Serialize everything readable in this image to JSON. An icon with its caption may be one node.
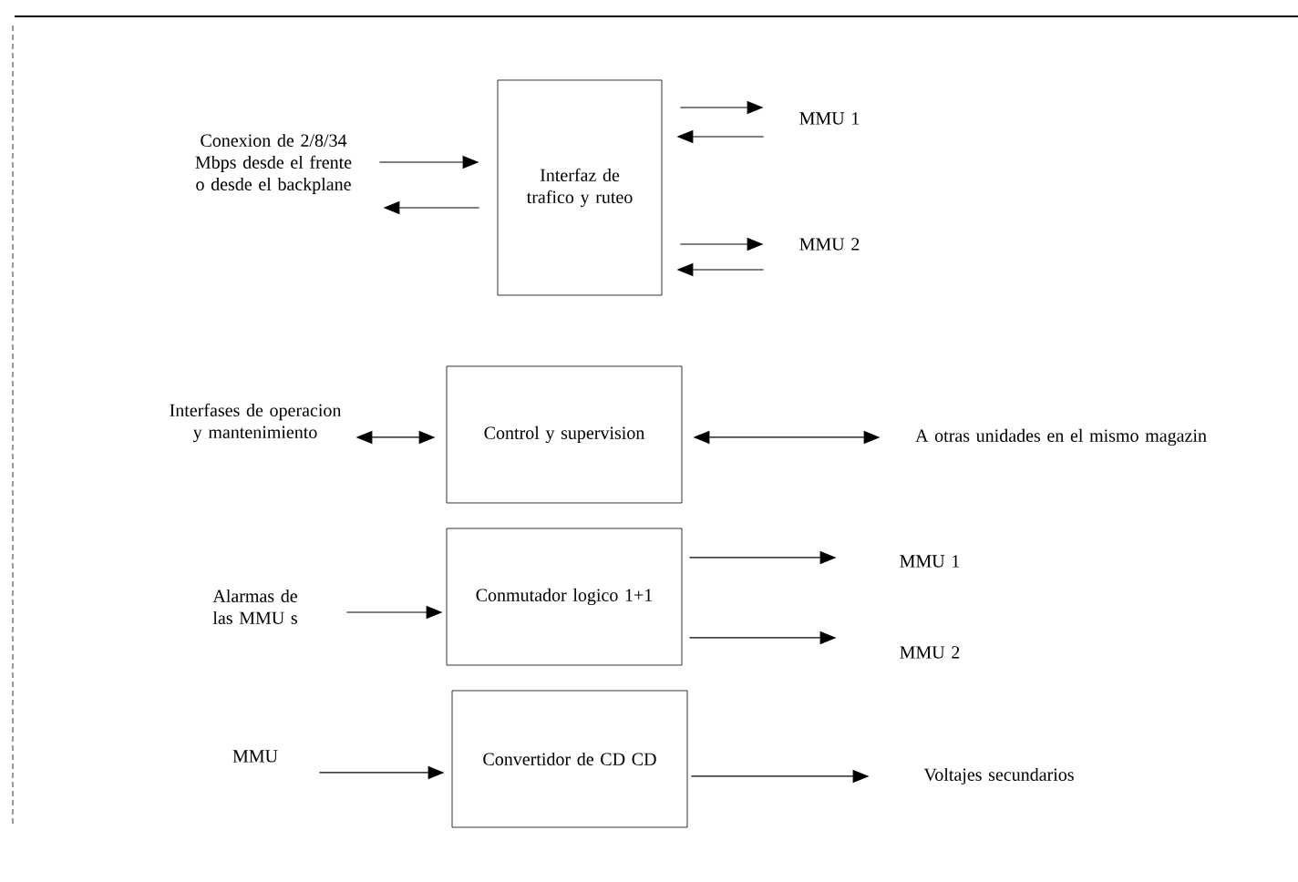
{
  "diagram": {
    "nodes": [
      {
        "text": [
          "Conexion de 2/8/34 Mbps desde el frente o desde el backplane"
        ]
      },
      {
        "text": [
          "Interfaz de trafico y ruteo"
        ]
      },
      {
        "text": [
          "MMU 1"
        ]
      },
      {
        "text": [
          "MMU 2"
        ]
      },
      {
        "text": [
          "Interfases de operacion y mantenimiento"
        ]
      },
      {
        "text": [
          "Control y supervision"
        ]
      },
      {
        "text": [
          "A otras unidades en el mismo magazin"
        ]
      },
      {
        "text": [
          "Alarmas de las MMU s"
        ]
      },
      {
        "text": [
          "Conmutador logico 1+1"
        ]
      },
      {
        "text": [
          "MMU 1"
        ]
      },
      {
        "text": [
          "MMU 2"
        ]
      },
      {
        "text": [
          "MMU"
        ]
      },
      {
        "text": [
          "Convertidor de CD CD"
        ]
      },
      {
        "text": [
          "Voltajes secundarios"
        ]
      }
    ],
    "edges": [
      {
        "from": 0,
        "to": 1,
        "arrow": "to"
      },
      {
        "from": 1,
        "to": 0,
        "arrow": "to"
      },
      {
        "from": 1,
        "to": 2,
        "arrow": "to"
      },
      {
        "from": 2,
        "to": 1,
        "arrow": "to"
      },
      {
        "from": 1,
        "to": 3,
        "arrow": "to"
      },
      {
        "from": 3,
        "to": 1,
        "arrow": "to"
      },
      {
        "from": 4,
        "to": 5,
        "arrow": "both"
      },
      {
        "from": 5,
        "to": 6,
        "arrow": "both"
      },
      {
        "from": 7,
        "to": 8,
        "arrow": "to"
      },
      {
        "from": 8,
        "to": 9,
        "arrow": "to"
      },
      {
        "from": 8,
        "to": 10,
        "arrow": "to"
      },
      {
        "from": 11,
        "to": 12,
        "arrow": "to"
      },
      {
        "from": 12,
        "to": 13,
        "arrow": "to"
      }
    ]
  }
}
